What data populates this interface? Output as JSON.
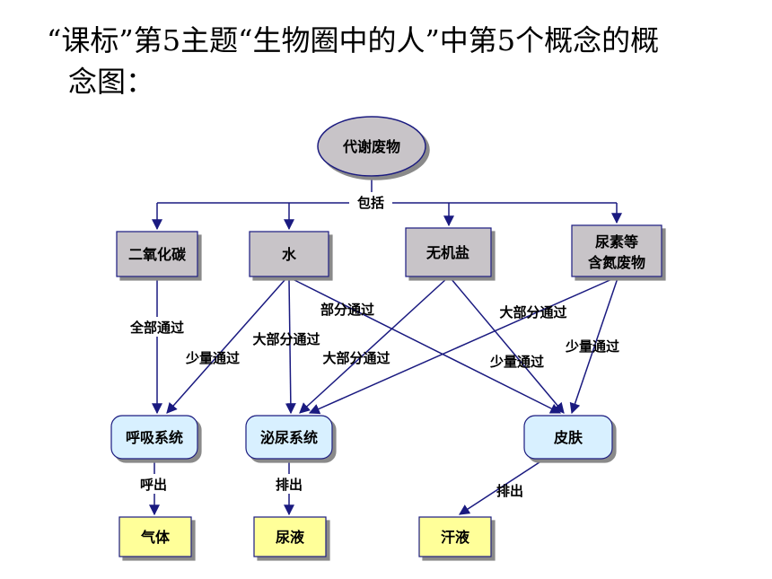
{
  "title": {
    "line1": "“课标”第5主题“生物圈中的人”中第5个概念的概",
    "line2": "念图："
  },
  "nodes": {
    "root": "代谢废物",
    "co2": "二氧化碳",
    "water": "水",
    "salt": "无机盐",
    "urea_line1": "尿素等",
    "urea_line2": "含氮废物",
    "resp": "呼吸系统",
    "urinary": "泌尿系统",
    "skin": "皮肤",
    "gas": "气体",
    "urine": "尿液",
    "sweat": "汗液"
  },
  "edges": {
    "include": "包括",
    "co2_all": "全部通过",
    "water_little": "少量通过",
    "water_most": "大部分通过",
    "water_part": "部分通过",
    "salt_most": "大部分通过",
    "salt_little": "少量通过",
    "urea_most": "大部分通过",
    "urea_little": "少量通过",
    "exhale": "呼出",
    "excrete_urine": "排出",
    "excrete_sweat": "排出"
  },
  "colors": {
    "line": "#1a1a80",
    "category_fill": "#c8c4c8",
    "system_fill": "#d8f0ff",
    "product_fill": "#ffff99"
  }
}
